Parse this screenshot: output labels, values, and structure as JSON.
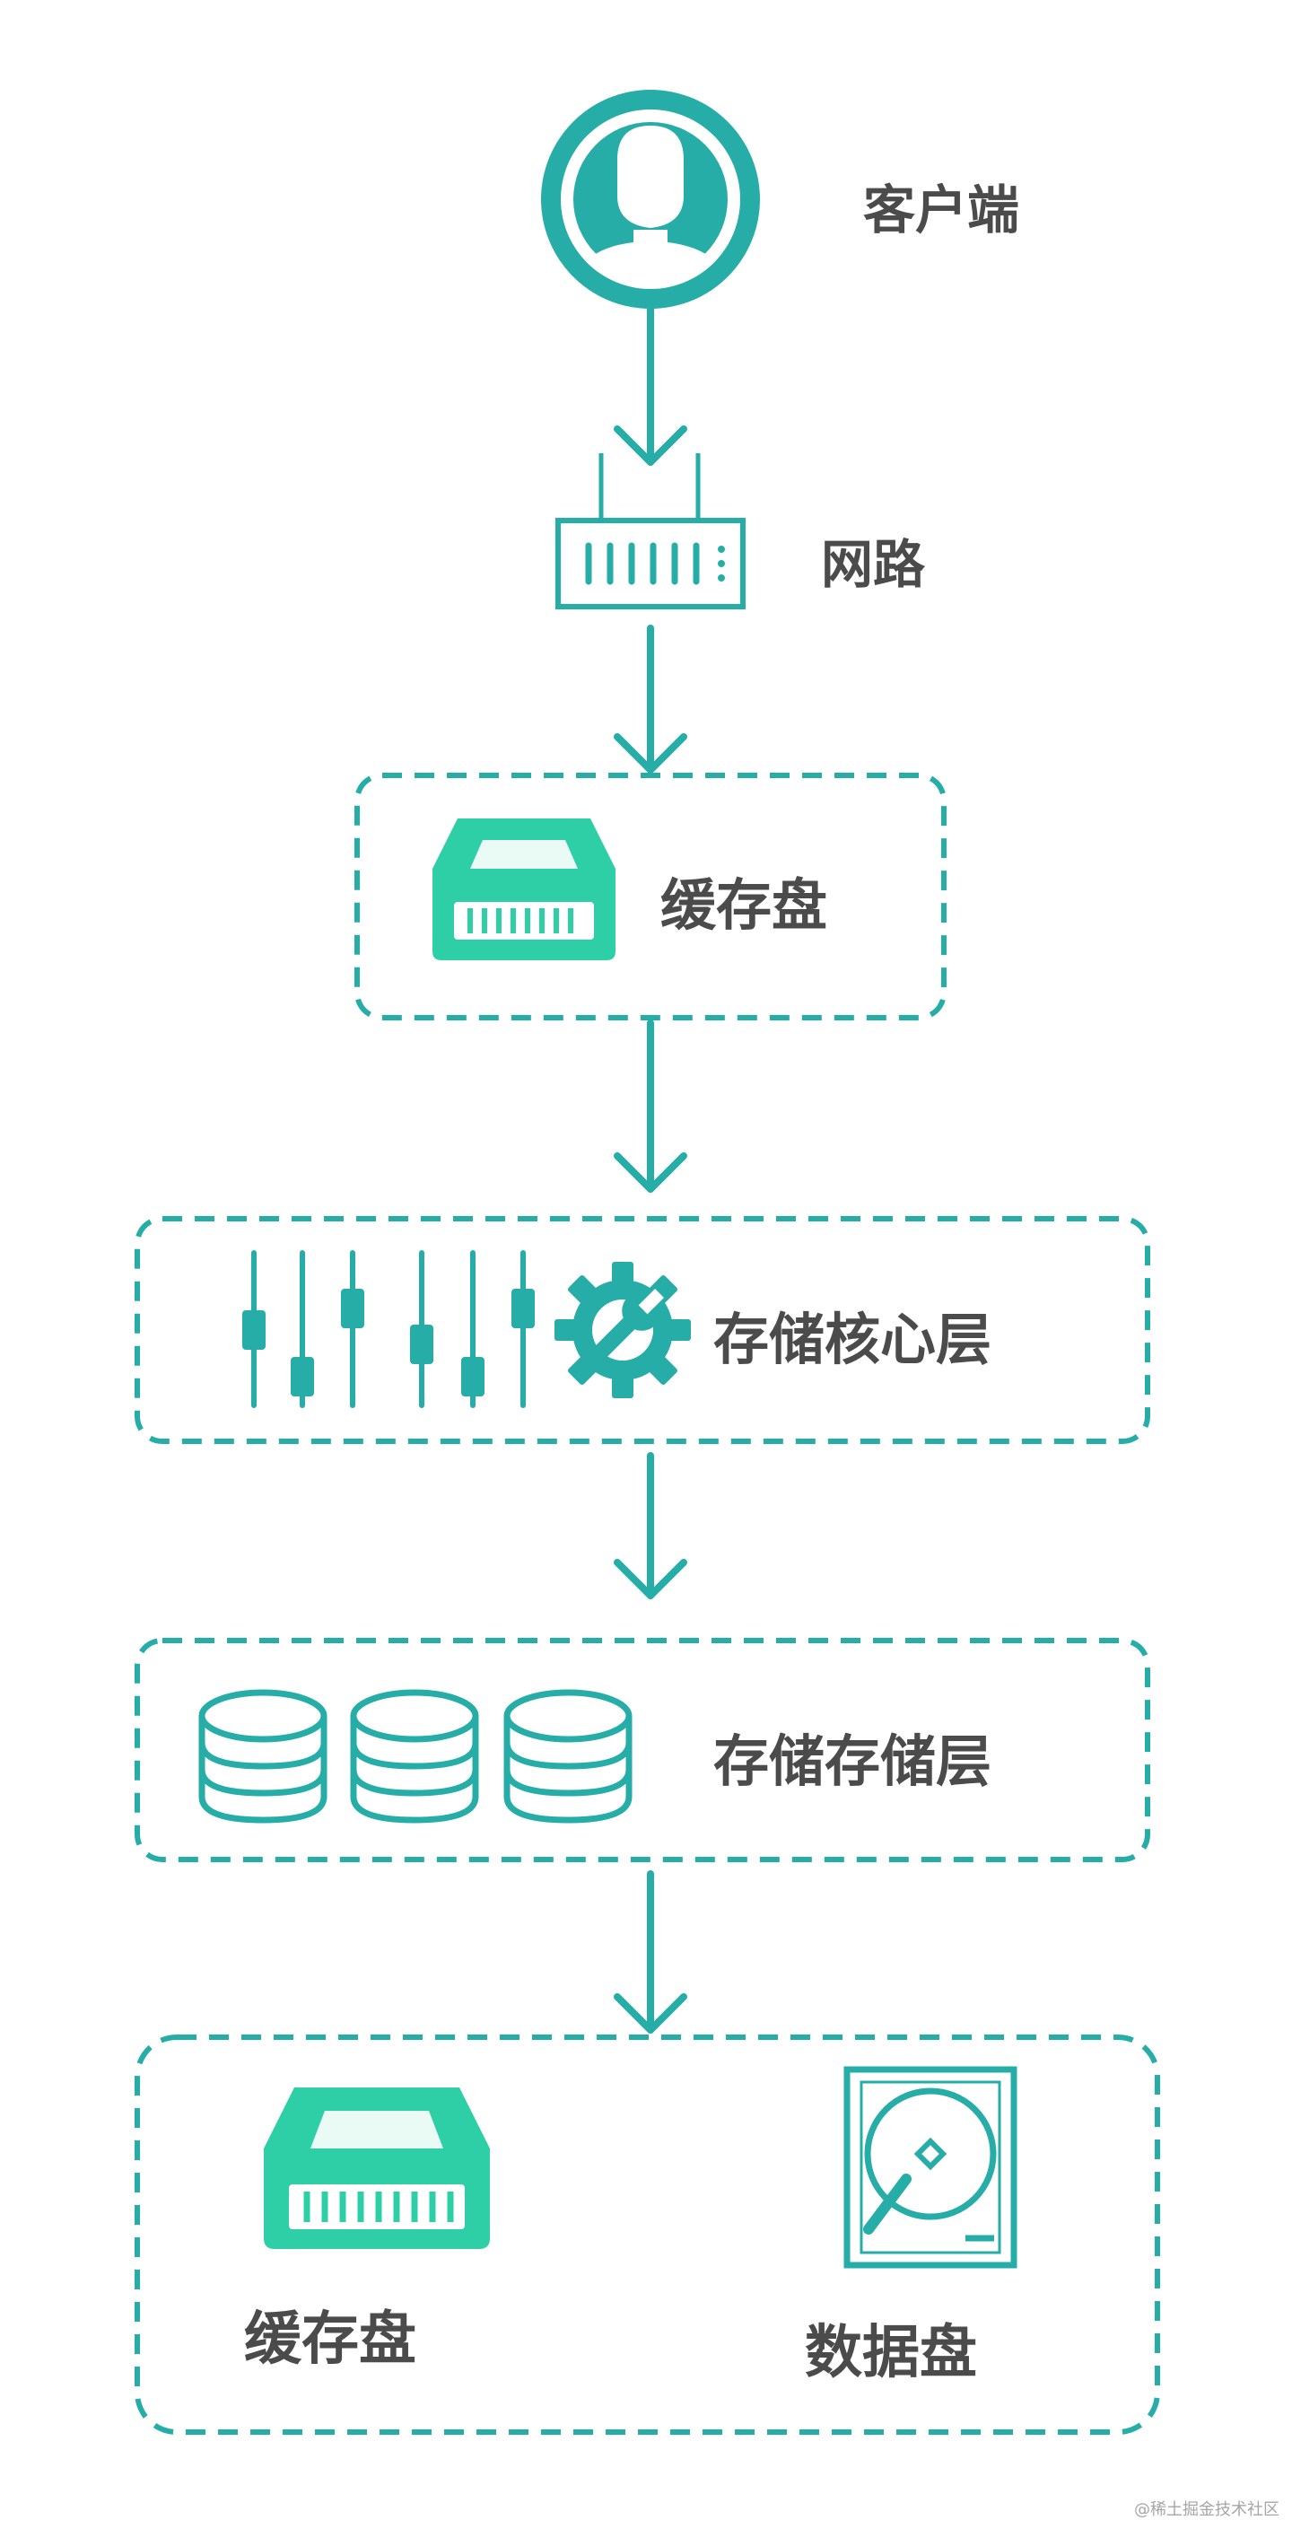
{
  "colors": {
    "primary": "#27ada8",
    "accent": "#2ecfa7",
    "text": "#4b4b4b",
    "watermark": "#a6a6a6"
  },
  "nodes": {
    "client": {
      "label": "客户端",
      "icon": "user-avatar-icon"
    },
    "network": {
      "label": "网路",
      "icon": "router-icon"
    },
    "cache": {
      "label": "缓存盘",
      "icon": "drive-icon"
    },
    "core": {
      "label": "存储核心层",
      "icon": "gear-wrench-icon"
    },
    "storage": {
      "label": "存储存储层",
      "icon": "database-icon"
    },
    "bottom": {
      "cache_label": "缓存盘",
      "data_label": "数据盘",
      "icons": [
        "drive-icon",
        "hard-disk-icon"
      ]
    }
  },
  "watermark": "@稀土掘金技术社区"
}
